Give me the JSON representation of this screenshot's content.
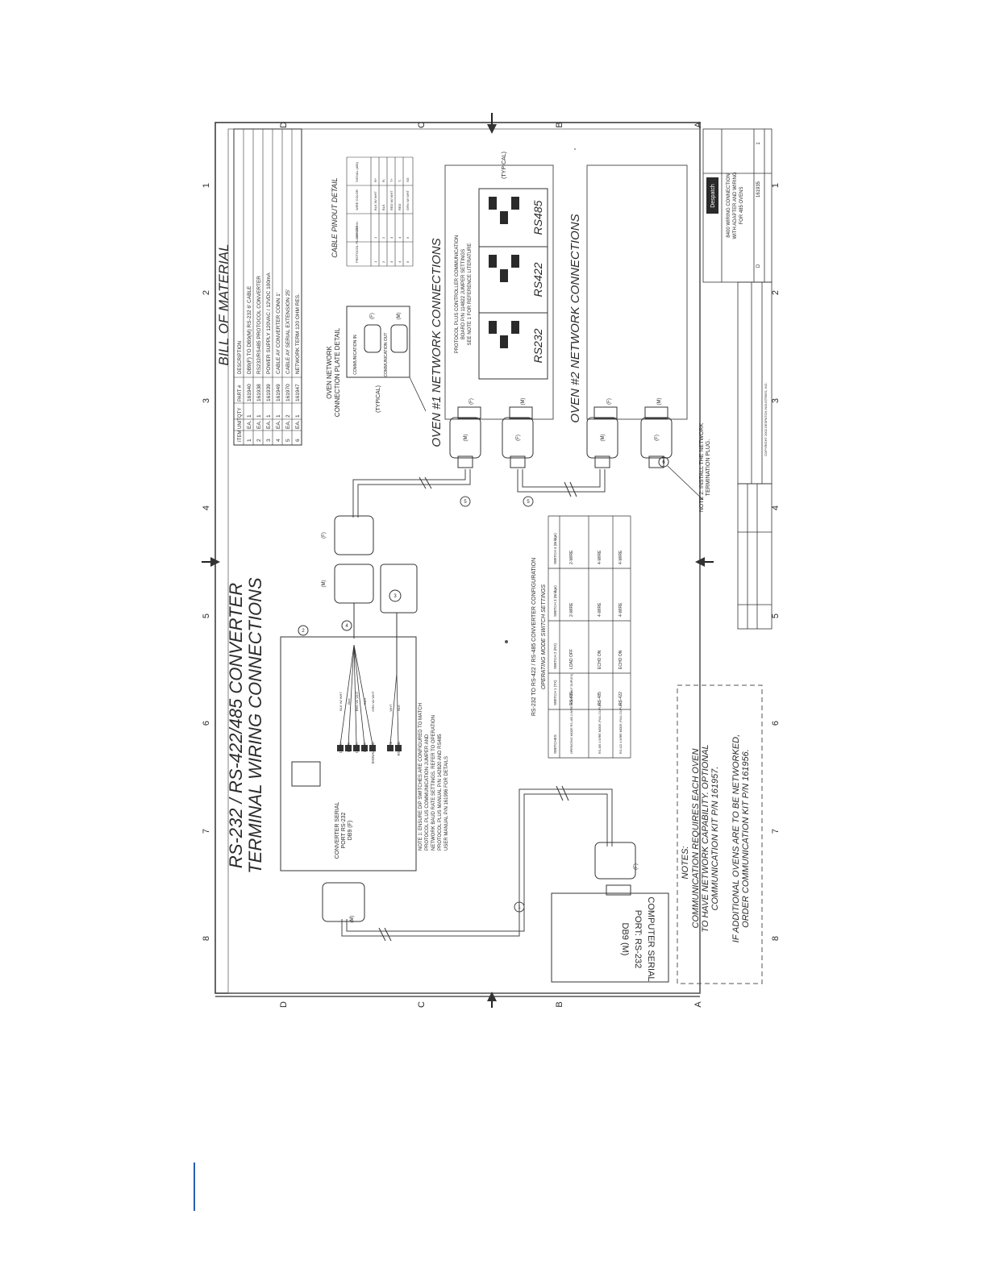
{
  "drawing": {
    "title_line1": "RS-232 / RS-422/485 CONVERTER",
    "title_line2": "TERMINAL WIRING CONNECTIONS",
    "border_columns": [
      "8",
      "7",
      "6",
      "5",
      "4",
      "3",
      "2",
      "1"
    ],
    "border_rows": [
      "D",
      "C",
      "B",
      "A"
    ],
    "bom": {
      "title": "BILL OF MATERIAL",
      "headers": [
        "ITEM",
        "PART #",
        "QTY",
        "UNIT",
        "DESCRIPTION"
      ],
      "rows": [
        [
          "1",
          "161940",
          "1",
          "EA.",
          "DB9(F) TO DB9(M) RS-232 6' CABLE"
        ],
        [
          "2",
          "161938",
          "1",
          "EA.",
          "RS232/RS485 PROTOCOL CONVERTER"
        ],
        [
          "3",
          "161939",
          "1",
          "EA.",
          "POWER SUPPLY 120VAC / 12VDC 100mA"
        ],
        [
          "4",
          "161949",
          "1",
          "EA.",
          "CABLE AY CONVERTER CONN 1'"
        ],
        [
          "5",
          "161970",
          "2",
          "EA.",
          "CABLE AY SERIAL EXTENSION 25'"
        ],
        [
          "6",
          "161947",
          "1",
          "EA.",
          "NETWORK TERM 120 OHM RES."
        ]
      ]
    },
    "plate_detail": {
      "title_line1": "OVEN NETWORK",
      "title_line2": "CONNECTION PLATE DETAIL",
      "label_in": "COMMUNICATION IN",
      "label_out": "COMMUNICATION OUT",
      "gender_f": "(F)",
      "gender_m": "(M)",
      "typical": "(TYPICAL)"
    },
    "pinout": {
      "title": "CABLE PINOUT DETAIL",
      "headers": [
        "PROTOCOL PLUS PORT",
        "DB9 CONN.",
        "WIRE COLOR",
        "SIGNAL (485)"
      ],
      "rows": [
        [
          "1",
          "1",
          "BLK W/ WHT",
          "R+"
        ],
        [
          "2",
          "2",
          "BLK",
          "R-"
        ],
        [
          "3",
          "3",
          "RED W/ WHT",
          "T+"
        ],
        [
          "4",
          "4",
          "RED",
          "T-"
        ],
        [
          "5",
          "5",
          "GRN W/ WHT",
          "SG"
        ]
      ]
    },
    "oven1": {
      "title": "OVEN #1 NETWORK CONNECTIONS",
      "note_line1": "PROTOCOL PLUS CONTROLLER COMMUNICATION",
      "note_line2": "BOARD P/N 114822 JUMPER SETTINGS",
      "note_line3": "SEE NOTE 1 FOR REFERENCE LITERATURE",
      "modes": [
        "RS232",
        "RS422",
        "RS485"
      ],
      "typical": "(TYPICAL)",
      "gender_f": "(F)",
      "gender_m": "(M)"
    },
    "oven2": {
      "title": "OVEN #2 NETWORK CONNECTIONS",
      "gender_f": "(F)",
      "gender_m": "(M)"
    },
    "converter": {
      "label_line1": "CONVERTER SERIAL",
      "label_line2": "PORT RS-232",
      "label_line3": "DB9 (F)",
      "item_tag": "2",
      "power_tag": "3",
      "terminals": [
        "DATA+",
        "DATA-",
        "DATA+",
        "DATA-",
        "SIGNAL GND"
      ],
      "wire_labels": [
        "BLK W/ WHT",
        "BLK",
        "RED W/ WHT",
        "RED",
        "GRN W/ WHT"
      ],
      "power_terminals": [
        "+12V",
        "RS GND"
      ],
      "power_wire_labels": [
        "WHT",
        "BLK"
      ]
    },
    "connectors": {
      "m": "(M)",
      "f": "(F)"
    },
    "item_tags": {
      "cable1": "1",
      "cable4": "4",
      "cable5": "5",
      "term6": "6"
    },
    "note1": [
      "NOTE 1: ENSURE DIP SWITCHES ARE CONFIGURED TO MATCH",
      "PROTOCOL PLUS COMMUNICATION JUMPER AND",
      "NETWORK BAUD RATE SETTINGS. REFER TO OPERATION",
      "PROTOCOL PLUS MANUAL P/N 142820 AND RS485",
      "USER MANUAL P/N 161996 FOR DETAILS"
    ],
    "note2": [
      "NOTE 2: INSTALL THE NETWORK",
      "TERMINATION PLUG."
    ],
    "switch_table": {
      "title": "RS-232 TO RS-422 / RS-485 CONVERTER CONFIGURATION",
      "subtitle": "OPERATING MODE SWITCH SETTINGS",
      "headers": [
        "SWITCHES",
        "SWITCH 1 (TX)",
        "SWITCH 2 (RX)",
        "SWITCH 3 (Bridge)",
        "SWITCH 4 (Bridge)"
      ],
      "rows": [
        [
          "OPERATING MODE RS-485 2-WIRE MODE (HALF DUPLEX)",
          "RS-485",
          "LOAD OFF",
          "2-WIRE",
          "2-WIRE"
        ],
        [
          "RS-485 4-WIRE MODE (FULL DUPLEX)",
          "RS-485",
          "ECHO ON",
          "4-WIRE",
          "4-WIRE"
        ],
        [
          "RS-422 4-WIRE MODE (FULL DUPLEX)",
          "RS-422",
          "ECHO ON",
          "4-WIRE",
          "4-WIRE"
        ]
      ]
    },
    "computer": {
      "line1": "COMPUTER SERIAL",
      "line2": "PORT: RS-232",
      "line3": "DB9 (M)",
      "gender": "(F)"
    },
    "notes": {
      "heading": "NOTES:",
      "lines": [
        "COMMUNICATION REQUIRES EACH OVEN",
        "TO HAVE NETWORK CAPABILITY.  OPTIONAL",
        "COMMUNICATION KIT P/N 161957.",
        "IF ADDITIONAL OVENS ARE TO BE NETWORKED,",
        "ORDER COMMUNICATION KIT P/N 161956."
      ]
    },
    "title_block": {
      "company": "Despatch",
      "title_line1": "8400 WIRING CONNECTION",
      "title_line2": "WITH ADAPTER AND WIRING",
      "title_line3": "FOR 485 OVENS",
      "size": "D",
      "drawing_no": "161935",
      "rev": "1",
      "copyright": "COPYRIGHT 2002 DESPATCH INDUSTRIES, INC."
    }
  }
}
